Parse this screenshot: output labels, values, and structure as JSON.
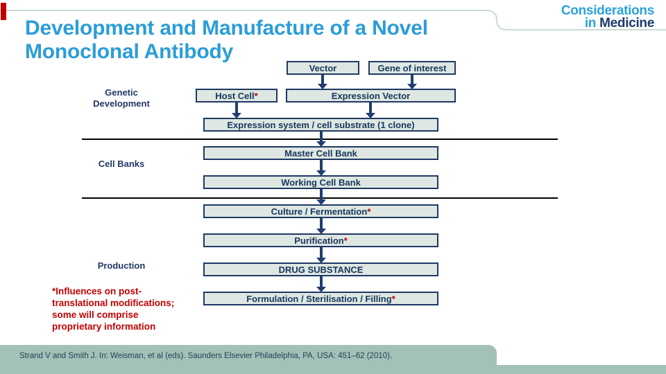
{
  "header": {
    "title": "Development and Manufacture of a Novel\nMonoclonal Antibody",
    "logo": {
      "line1": "Considerations",
      "line2_in": "in ",
      "line2_medicine": "Medicine"
    }
  },
  "sections": {
    "genetic_development": "Genetic\nDevelopment",
    "cell_banks": "Cell Banks",
    "production": "Production"
  },
  "boxes": {
    "vector": {
      "text": "Vector"
    },
    "gene_of_interest": {
      "text": "Gene of interest"
    },
    "host_cell": {
      "text": "Host Cell",
      "asterisk": "*"
    },
    "expression_vector": {
      "text": "Expression Vector"
    },
    "expression_system": {
      "text": "Expression system / cell substrate (1 clone)"
    },
    "master_cell_bank": {
      "text": "Master Cell Bank"
    },
    "working_cell_bank": {
      "text": "Working Cell Bank"
    },
    "culture_fermentation": {
      "text": "Culture / Fermentation",
      "asterisk": "*"
    },
    "purification": {
      "text": "Purification",
      "asterisk": "*"
    },
    "drug_substance": {
      "text": "DRUG SUBSTANCE"
    },
    "formulation": {
      "text": "Formulation / Sterilisation / Filling",
      "asterisk": "*"
    }
  },
  "note": "*Influences on post-\ntranslational modifications;\nsome will comprise\nproprietary information",
  "footer": {
    "citation": "Strand V and Smith J. In: Weisman, et al (eds). Saunders Elsevier Philadelphia, PA, USA: 451–62 (2010)."
  },
  "colors": {
    "title_blue": "#2B9DD7",
    "logo_blue": "#2AA2DC",
    "navy": "#1F3864",
    "red": "#C00000",
    "box_fill": "#DEE7E2",
    "footer_bar_green": "#A3C1B6",
    "decor_line": "#C9DBD3"
  }
}
